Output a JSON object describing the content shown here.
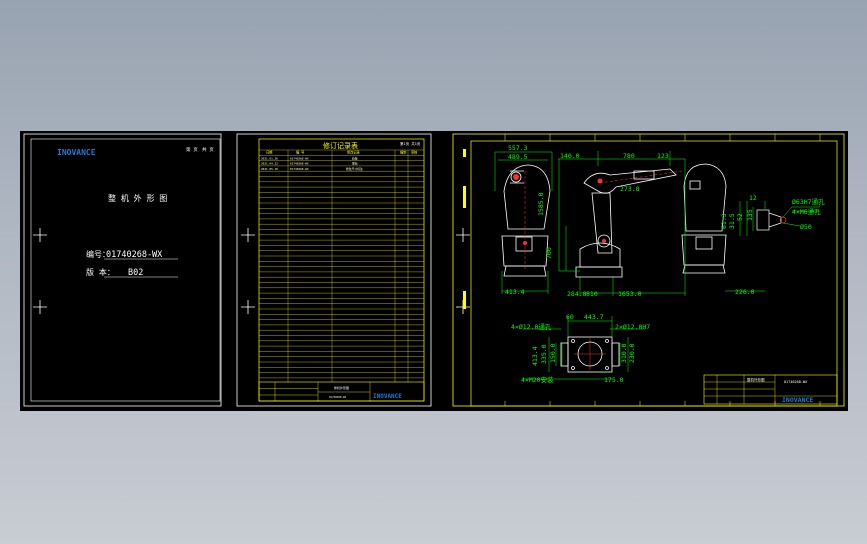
{
  "colors": {
    "background": "#000000",
    "border": "#ffffff",
    "dimension": "#00ff00",
    "text": "#ffffff",
    "yellow": "#ffff00",
    "red": "#ff3030",
    "brand": "#1e7bd6"
  },
  "cover_sheet": {
    "brand_logo": "INOVANCE",
    "top_right_a": "第 页",
    "top_right_b": "共 页",
    "title": "整 机 外 形 图",
    "code_label": "编号：",
    "code_value": "01740268-WX",
    "version_label": "版 本：",
    "version_value": "B02"
  },
  "revision_sheet": {
    "title": "修订记录表",
    "page_label": "第1页  共1页",
    "headers": [
      "日期",
      "编 号",
      "修改记录",
      "编制",
      "审核"
    ],
    "rows": [
      [
        "2021.01.26",
        "01740268-WX",
        "新版",
        "",
        ""
      ],
      [
        "2021.04.22",
        "01740268-WX",
        "更新",
        "",
        ""
      ],
      [
        "2021.05.18",
        "01740268-WX",
        "修改尺寸标注",
        "",
        ""
      ]
    ],
    "footer_title": "整机外形图",
    "footer_code": "01740268-WX",
    "footer_logo": "INOVANCE"
  },
  "drawing_sheet": {
    "dimensions_front": [
      "557.3",
      "489.5",
      "413.4"
    ],
    "dimensions_side": [
      "140.0",
      "780",
      "123",
      "273.8",
      "1585.0",
      "700",
      "284.8",
      "810",
      "1653.0"
    ],
    "dimensions_rear": [
      "12",
      "61.3",
      "31.5",
      "52",
      "135",
      "226.0"
    ],
    "flange_notes": [
      "Ø63H7通孔",
      "4×M6通孔",
      "Ø50"
    ],
    "base_dims": [
      "60",
      "443.7",
      "4×Ø12.0通孔",
      "2×Ø12.0H7",
      "413.4",
      "335.0",
      "150.0",
      "310.0",
      "230.0",
      "4×M20安装",
      "175.0"
    ],
    "title_block_name": "整机外形图",
    "title_block_code": "01740268-WX",
    "title_block_logo": "INOVANCE"
  }
}
